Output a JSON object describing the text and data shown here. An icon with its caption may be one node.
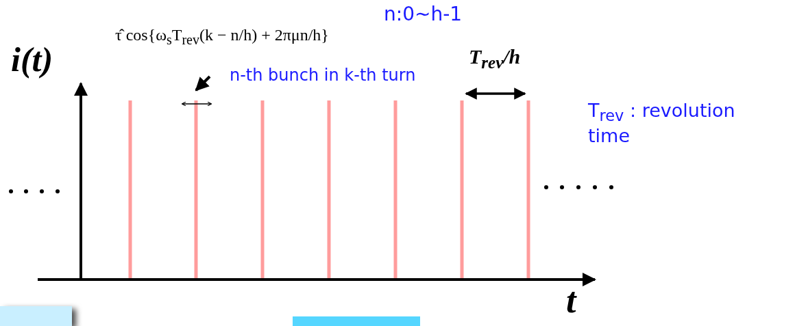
{
  "diagram": {
    "labels": [
      "τ̂ cos{ω$_{s}$T$_{rev}$(k − n/h) + 2πμn/h}",
      "n:0~h-1",
      "T$_{rev}$/h",
      "i(t)",
      "n-th bunch in k-th turn",
      "T$_{rev}$ : revolution time",
      "t"
    ]
  }
}
